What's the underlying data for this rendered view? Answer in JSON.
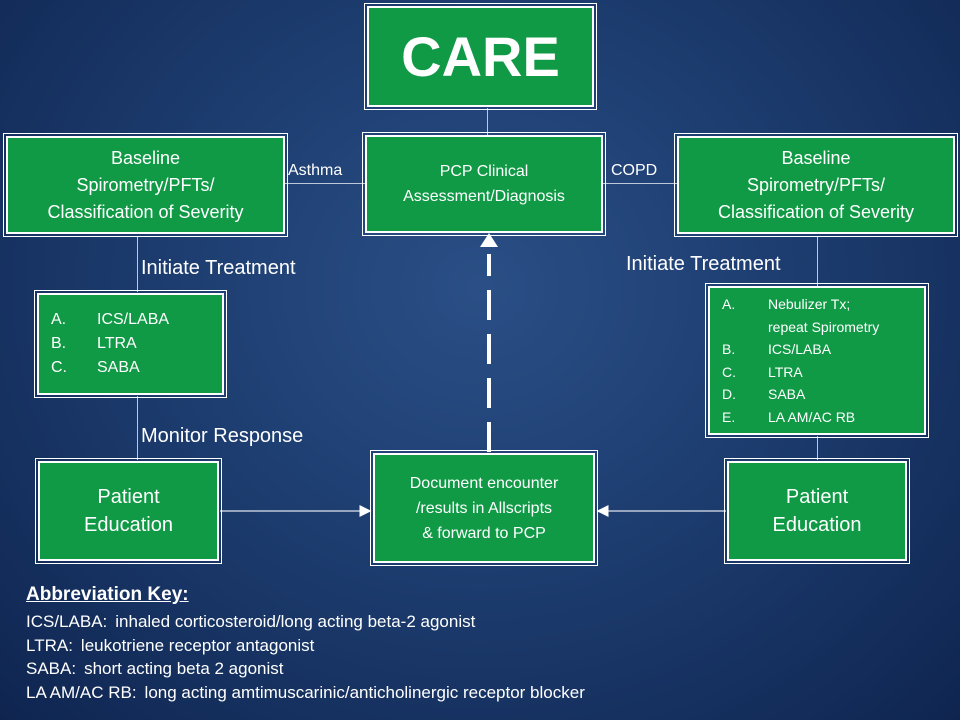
{
  "care_box": {
    "label": "CARE"
  },
  "pcp_box": {
    "label_line1": "PCP Clinical",
    "label_line2": "Assessment/Diagnosis"
  },
  "left_baseline": {
    "line1": "Baseline",
    "line2": "Spirometry/PFTs/",
    "line3": "Classification of Severity"
  },
  "right_baseline": {
    "line1": "Baseline",
    "line2": "Spirometry/PFTs/",
    "line3": "Classification of Severity"
  },
  "labels": {
    "asthma": "Asthma",
    "copd": "COPD",
    "initiate_left": "Initiate Treatment",
    "initiate_right": "Initiate Treatment",
    "monitor": "Monitor Response"
  },
  "asthma_treatments": [
    {
      "key": "A.",
      "text": "ICS/LABA"
    },
    {
      "key": "B.",
      "text": "LTRA"
    },
    {
      "key": "C.",
      "text": "SABA"
    }
  ],
  "copd_treatments": [
    {
      "key": "A.",
      "text": "Nebulizer Tx;"
    },
    {
      "key": "",
      "text": "repeat Spirometry"
    },
    {
      "key": "B.",
      "text": "ICS/LABA"
    },
    {
      "key": "C.",
      "text": "LTRA"
    },
    {
      "key": "D.",
      "text": "SABA"
    },
    {
      "key": "E.",
      "text": "LA AM/AC RB"
    }
  ],
  "left_education": {
    "line1": "Patient",
    "line2": "Education"
  },
  "right_education": {
    "line1": "Patient",
    "line2": "Education"
  },
  "document_box": {
    "line1": "Document encounter",
    "line2": "/results in Allscripts",
    "line3": "& forward to PCP"
  },
  "abbreviation_key": {
    "title": "Abbreviation Key:",
    "items": [
      {
        "term": "ICS/LABA:",
        "definition": "inhaled corticosteroid/long acting beta-2 agonist"
      },
      {
        "term": "LTRA:",
        "definition": "leukotriene receptor antagonist"
      },
      {
        "term": "SABA:",
        "definition": "short acting beta 2 agonist"
      },
      {
        "term": "LA AM/AC RB:",
        "definition": "long acting amtimuscarinic/anticholinergic receptor blocker"
      }
    ]
  },
  "colors": {
    "box_fill": "#109a46",
    "box_border": "#ffffff",
    "background": "#1d3d70",
    "connector": "#bfc8d8"
  }
}
